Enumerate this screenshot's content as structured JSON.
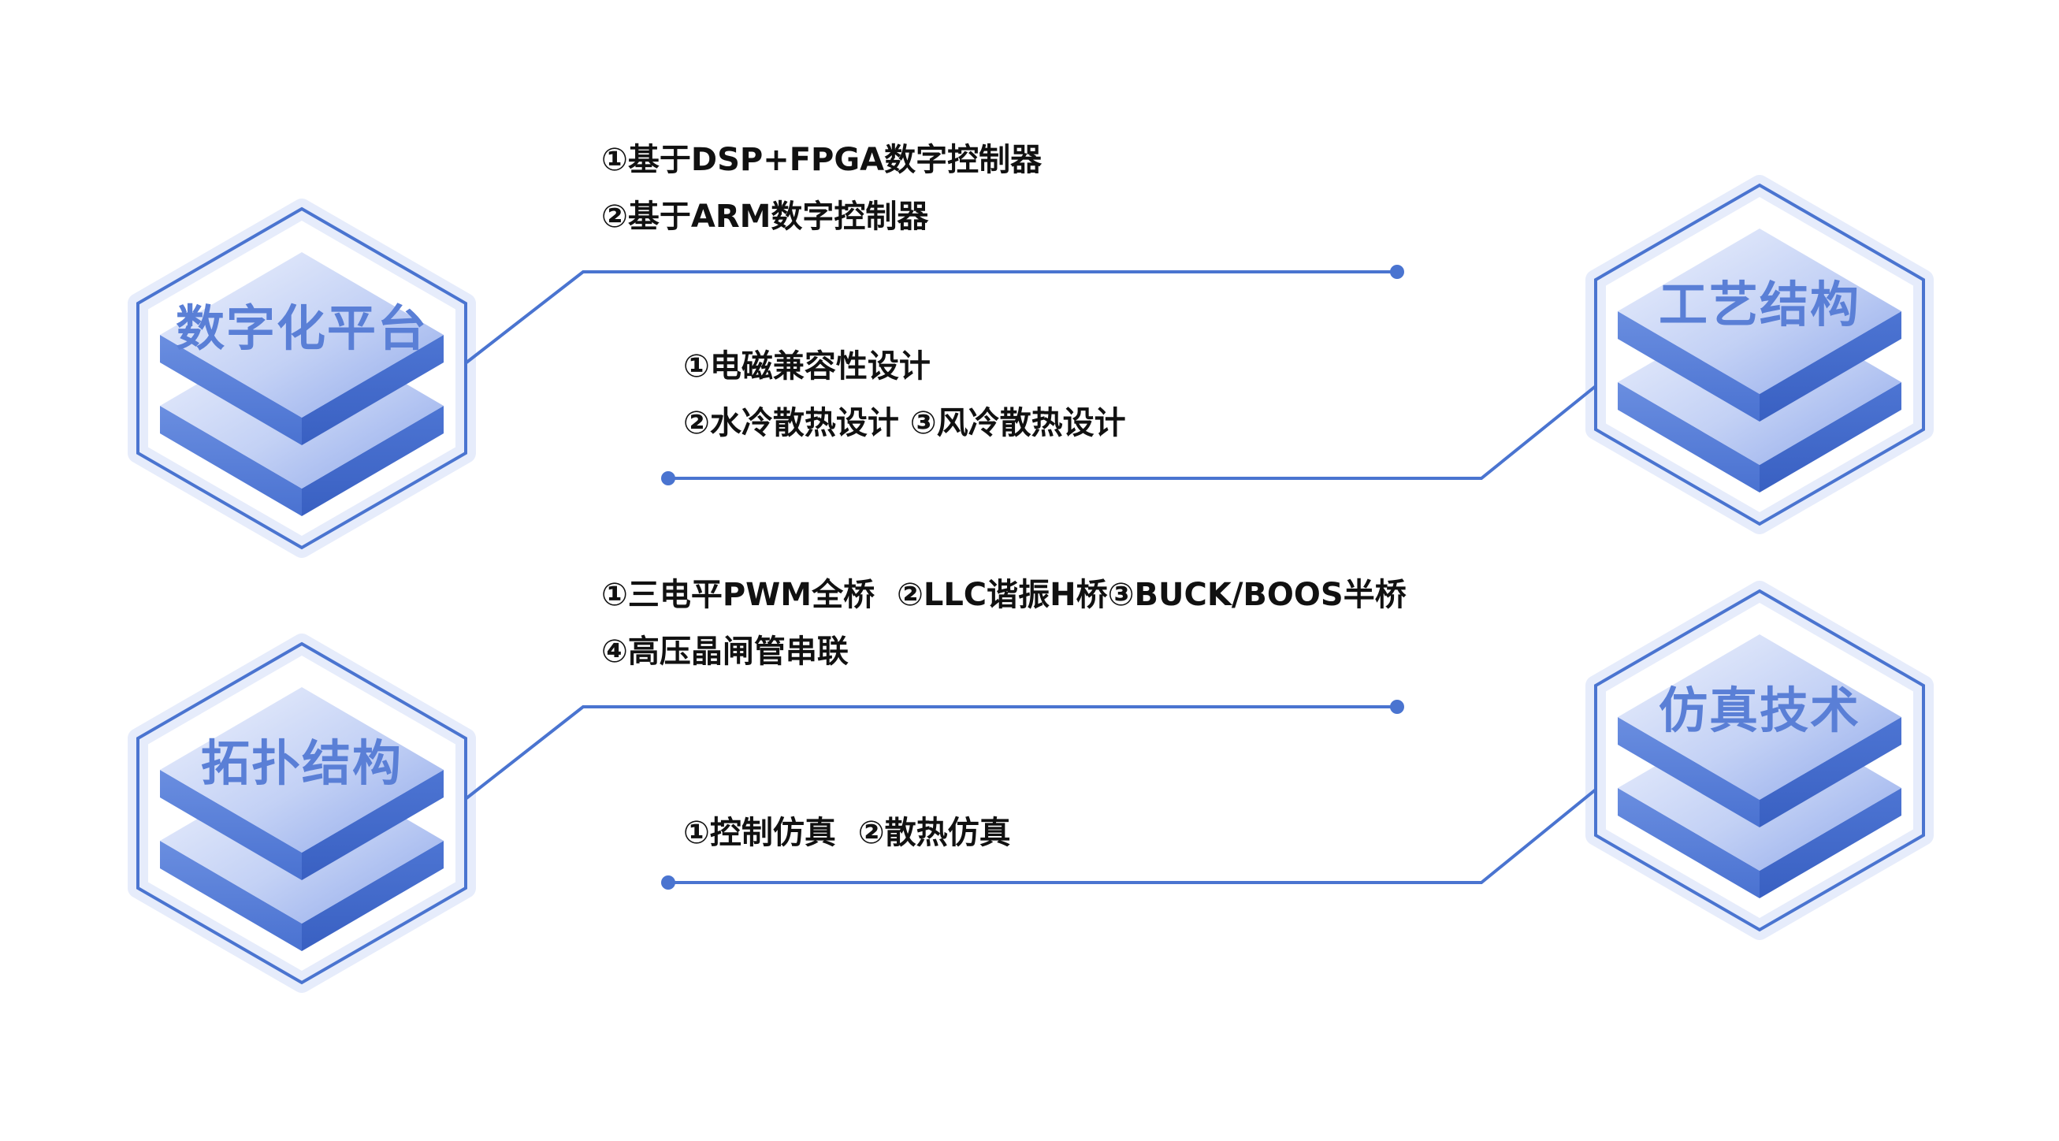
{
  "colors": {
    "accent": "#4a74d0",
    "block_top_light": "#e9eefc",
    "block_top_dark": "#9db2ee",
    "block_side_left": "#4f78d4",
    "block_side_right": "#3c63c4",
    "label_color": "#5a7fd6",
    "text": "#111111",
    "background": "#ffffff"
  },
  "blocks": [
    {
      "id": "digital-platform",
      "label": "数字化平台",
      "icon": "stacked-layers-icon"
    },
    {
      "id": "process-structure",
      "label": "工艺结构",
      "icon": "stacked-layers-icon"
    },
    {
      "id": "topology-structure",
      "label": "拓扑结构",
      "icon": "stacked-layers-icon"
    },
    {
      "id": "simulation-technology",
      "label": "仿真技术",
      "icon": "stacked-layers-icon"
    }
  ],
  "items": [
    {
      "block": "digital-platform",
      "lines": [
        "①基于DSP+FPGA数字控制器",
        "②基于ARM数字控制器"
      ]
    },
    {
      "block": "process-structure",
      "lines": [
        "①电磁兼容性设计",
        "②水冷散热设计 ③风冷散热设计"
      ]
    },
    {
      "block": "topology-structure",
      "lines": [
        "①三电平PWM全桥  ②LLC谐振H桥③BUCK/BOOS半桥",
        "④高压晶闸管串联"
      ]
    },
    {
      "block": "simulation-technology",
      "lines": [
        "①控制仿真  ②散热仿真"
      ]
    }
  ]
}
